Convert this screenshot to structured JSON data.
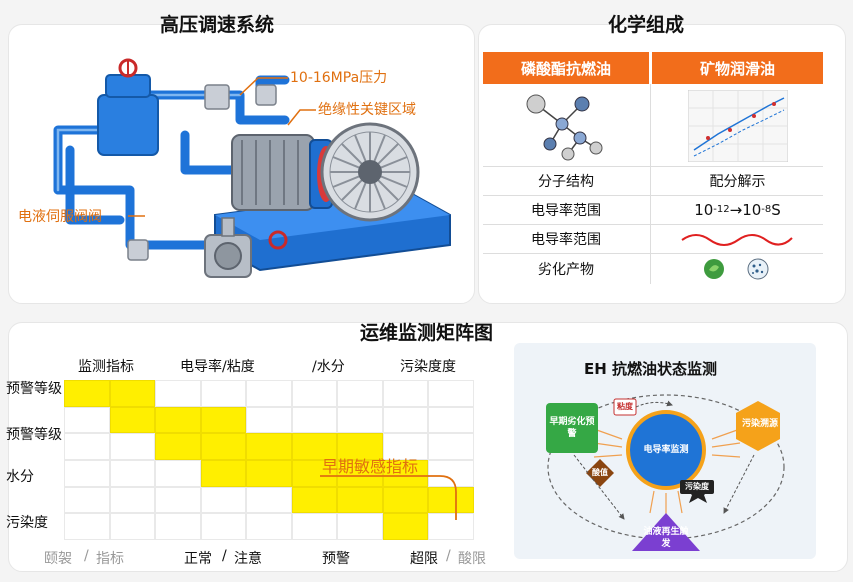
{
  "pump": {
    "title": "高压调速系统",
    "callout_pressure": "10-16MPa压力",
    "callout_insulation": "绝缘性关键区域",
    "callout_valve": "电液伺服阀阀"
  },
  "chem": {
    "title": "化学组成",
    "col1": "磷酸酯抗燃油",
    "col2": "矿物润滑油",
    "rows": [
      {
        "label": "分子结构",
        "value": "配分解示"
      },
      {
        "label": "电导率范围",
        "value_base1": "10",
        "value_exp1": "-12",
        "value_arrow": "→",
        "value_base2": "10",
        "value_exp2": "-8",
        "value_unit": "S"
      },
      {
        "label": "电导率范围",
        "value": ""
      },
      {
        "label": "劣化产物",
        "value": ""
      }
    ]
  },
  "matrix": {
    "title": "运维监测矩阵图",
    "col_headers": [
      "监测指标",
      "电导率/粘度",
      "/水分",
      "污染度度"
    ],
    "row_headers": [
      "预警等级",
      "预警等级",
      "水分",
      "污染度"
    ],
    "annotation": "早期敏感指标",
    "footer": {
      "a": "颐袈",
      "sep1": "/",
      "b": "指标",
      "c": "正常",
      "sep2": "/",
      "d": "注意",
      "e": "预警",
      "f": "超限",
      "sep3": "/",
      "g": "酸限"
    },
    "grid": [
      [
        1,
        1,
        0,
        0,
        0,
        0,
        0,
        0,
        0
      ],
      [
        0,
        1,
        1,
        1,
        0,
        0,
        0,
        0,
        0
      ],
      [
        0,
        0,
        1,
        1,
        1,
        1,
        1,
        0,
        0
      ],
      [
        0,
        0,
        0,
        1,
        1,
        1,
        1,
        1,
        0
      ],
      [
        0,
        0,
        0,
        0,
        0,
        1,
        1,
        1,
        1
      ],
      [
        0,
        0,
        0,
        0,
        0,
        0,
        0,
        1,
        0
      ]
    ],
    "colors": {
      "on": "#ffef00",
      "accent": "#e07010"
    }
  },
  "eh": {
    "title": "EH 抗燃油状态监测",
    "center": "电导率监测",
    "early": "早期劣化预警",
    "source": "污染溯源",
    "regen": "油液再生触发",
    "viscosity": "粘度",
    "acid": "酸值",
    "pollution": "污染度",
    "colors": {
      "green": "#35a845",
      "orange": "#f5a21a",
      "purple": "#7b3fd1",
      "blue": "#1f74d6"
    }
  }
}
